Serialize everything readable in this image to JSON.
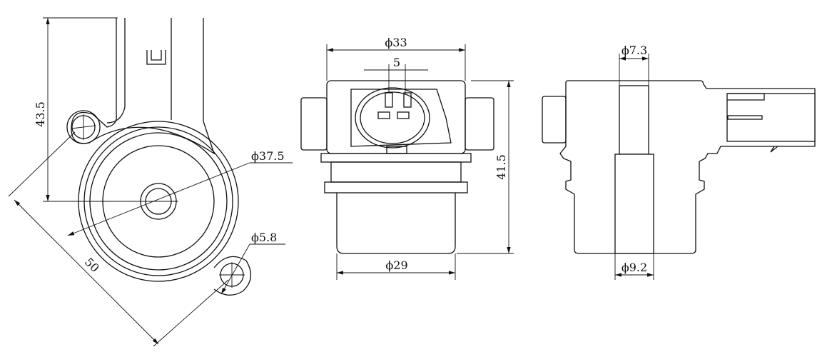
{
  "left_view": {
    "height": "43.5",
    "outer_dia": "ϕ37.5",
    "hole_dia": "ϕ5.8",
    "hole_span": "50"
  },
  "front_view": {
    "body_dia": "ϕ33",
    "pin_pitch": "5",
    "height": "41.5",
    "base_dia": "ϕ29"
  },
  "section_view": {
    "top_bore": "ϕ7.3",
    "bottom_bore": "ϕ9.2"
  },
  "colors": {
    "line": "#111111",
    "background": "#ffffff"
  }
}
